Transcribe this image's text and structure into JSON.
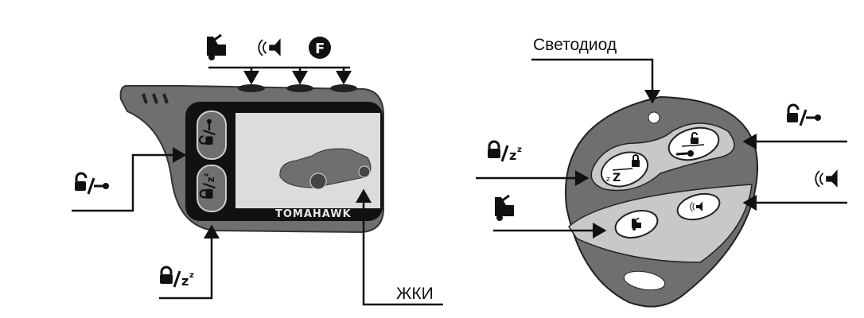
{
  "left_device": {
    "brand": "TOMAHAWK",
    "lcd_label": "ЖКИ",
    "buttons": [
      {
        "icon": "lock-open-key-icon"
      },
      {
        "icon": "lock-sleep-icon"
      },
      {
        "icon": "car-door-icon"
      },
      {
        "icon": "horn-icon"
      },
      {
        "icon": "function-f-icon"
      }
    ],
    "f_letter": "F"
  },
  "right_device": {
    "led_label": "Светодиод",
    "buttons": [
      {
        "icon": "lock-sleep-icon"
      },
      {
        "icon": "lock-open-key-icon"
      },
      {
        "icon": "car-door-icon"
      },
      {
        "icon": "horn-icon"
      }
    ]
  },
  "colors": {
    "body": "#6f6f6f",
    "light": "#c8c8c8",
    "screen": "#dcdcdc",
    "ink": "#111111"
  }
}
